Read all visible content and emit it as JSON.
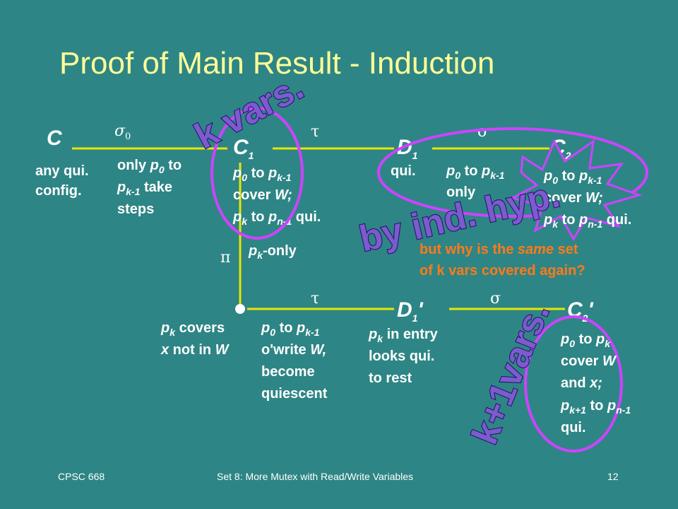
{
  "title": "Proof of Main Result - Induction",
  "nodes": {
    "c": "C",
    "c1_base": "C",
    "c1_sub": "1",
    "d1_base": "D",
    "d1_sub": "1",
    "c2_base": "C",
    "c2_sub": "2",
    "d1p_base": "D",
    "d1p_sub": "1",
    "d1p_prime": "'",
    "c2p_base": "C",
    "c2p_sub": "2",
    "c2p_prime": "'"
  },
  "edges": {
    "sigma0": "σ",
    "sigma0_sub": "0",
    "tau_top": "τ",
    "sigma_top": "σ",
    "pi": "π",
    "tau_bottom": "τ",
    "sigma_bottom": "σ"
  },
  "labels": {
    "any_qui_1": "any qui.",
    "any_qui_2": "config.",
    "only_p0_1a": "only ",
    "only_p0_1b": "p",
    "only_p0_1c": "0",
    "only_p0_1d": " to",
    "only_p0_2a": "p",
    "only_p0_2b": "k-1",
    "only_p0_2c": " take",
    "only_p0_3": "steps",
    "c1_1a": "p",
    "c1_1b": "0",
    "c1_1c": " to ",
    "c1_1d": "p",
    "c1_1e": "k-1",
    "c1_2a": "cover ",
    "c1_2b": "W;",
    "c1_3a": "p",
    "c1_3b": "k",
    "c1_3c": " to ",
    "c1_3d": "p",
    "c1_3e": "n-1",
    "c1_3f": " qui.",
    "d1_qui": "qui.",
    "d1_1a": "p",
    "d1_1b": "0",
    "d1_1c": " to ",
    "d1_1d": "p",
    "d1_1e": "k-1",
    "d1_2": "only",
    "c2_1a": "p",
    "c2_1b": "0",
    "c2_1c": " to ",
    "c2_1d": "p",
    "c2_1e": "k-1",
    "c2_2a": "cover ",
    "c2_2b": "W;",
    "c2_3a": "p",
    "c2_3b": "k",
    "c2_3c": " to ",
    "c2_3d": "p",
    "c2_3e": "n-1",
    "c2_3f": " qui.",
    "pk_only_a": "p",
    "pk_only_b": "k",
    "pk_only_c": "-only",
    "pk_cov_1a": "p",
    "pk_cov_1b": "k",
    "pk_cov_1c": " covers",
    "pk_cov_2a": "x",
    "pk_cov_2b": " not in ",
    "pk_cov_2c": "W",
    "ow_1a": "p",
    "ow_1b": "0",
    "ow_1c": " to ",
    "ow_1d": "p",
    "ow_1e": "k-1",
    "ow_2a": "o'write ",
    "ow_2b": "W,",
    "ow_3": "become",
    "ow_4": "quiescent",
    "entry_1a": "p",
    "entry_1b": "k",
    "entry_1c": " in entry",
    "entry_2": "looks qui.",
    "entry_3": "to rest",
    "c2p_1a": "p",
    "c2p_1b": "0",
    "c2p_1c": " to ",
    "c2p_1d": "p",
    "c2p_1e": "k",
    "c2p_2a": "cover ",
    "c2p_2b": "W",
    "c2p_3a": "and ",
    "c2p_3b": "x;",
    "c2p_4a": "p",
    "c2p_4b": "k+1",
    "c2p_4c": " to ",
    "c2p_4d": "p",
    "c2p_4e": "n-1",
    "c2p_5": "qui."
  },
  "question": {
    "line1a": "but why is the ",
    "line1b": "same",
    "line1c": " set",
    "line2": "of k vars covered again?"
  },
  "stamps": {
    "k_vars": "k vars.",
    "by_ind_hyp": "by ind. hyp.",
    "k1_vars": "k+1vars."
  },
  "footer": {
    "course": "CPSC 668",
    "set": "Set 8:  More Mutex with Read/Write Variables",
    "page": "12"
  },
  "colors": {
    "background": "#2e8585",
    "title": "#ffff99",
    "lines": "#e6e600",
    "ellipse": "#cc44ff",
    "question": "#ff7a1a",
    "stamp_fill": "#7a5ccc"
  }
}
